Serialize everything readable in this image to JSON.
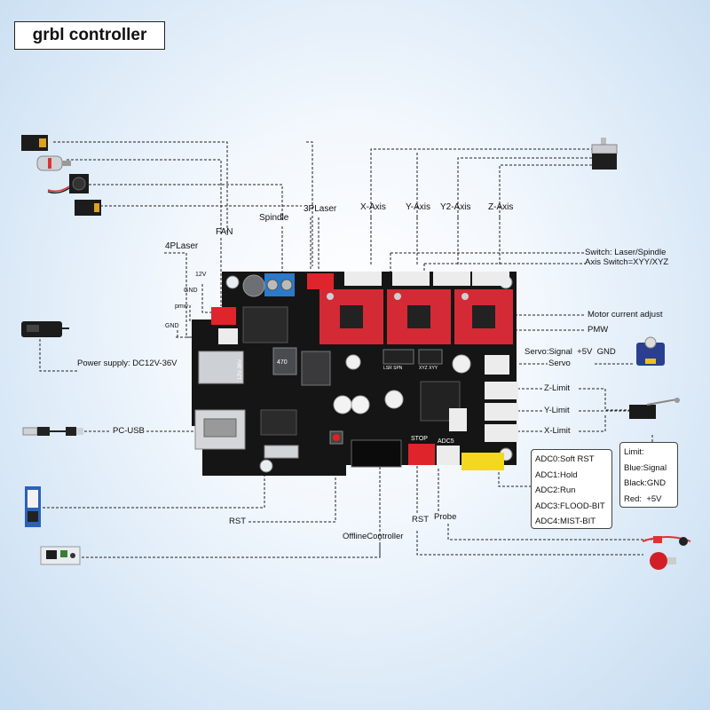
{
  "title": "grbl controller",
  "labels": {
    "fan": "FAN",
    "spindle": "Spindle",
    "laser3p": "3PLaser",
    "x_axis": "X-Axis",
    "y_axis": "Y-Axis",
    "y2_axis": "Y2-Axis",
    "z_axis": "Z-Axis",
    "laser4p": "4PLaser",
    "v12": "12V",
    "gnd_small": "GND",
    "pmw_small": "pmw",
    "gnd_small2": "GND",
    "switch_laser": "Switch: Laser/Spindle",
    "axis_switch": "Axis Switch=XYY/XYZ",
    "motor_current": "Motor current adjust",
    "pmw": "PMW",
    "servo_pins": "Servo:Signal  +5V  GND",
    "servo": "Servo",
    "z_limit": "Z-Limit",
    "y_limit": "Y-Limit",
    "x_limit": "X-Limit",
    "power_supply": "Power supply: DC12V-36V",
    "pc_usb": "PC-USB",
    "rst_left": "RST",
    "offline_controller": "OfflineController",
    "rst_bottom": "RST",
    "probe": "Probe"
  },
  "adc_box": [
    "ADC0:Soft RST",
    "ADC1:Hold",
    "ADC2:Run",
    "ADC3:FLOOD-BIT",
    "ADC4:MIST-BIT"
  ],
  "limit_box": [
    "Limit:",
    "Blue:Signal",
    "Black:GND",
    "Red:  +5V"
  ],
  "board_silk": {
    "stop": "STOP",
    "adc5": "ADC5",
    "lsr_spn": "LSR  SPN",
    "xyz_xyy": "XYZ XYY",
    "cap": "470",
    "vin": "12V-36V"
  },
  "colors": {
    "board": "#151515",
    "driver": "#d42a36",
    "terminal_blue": "#2b79c9",
    "connector_white": "#ececec",
    "connector_red": "#e0242c",
    "header_yellow": "#f2d81e"
  }
}
